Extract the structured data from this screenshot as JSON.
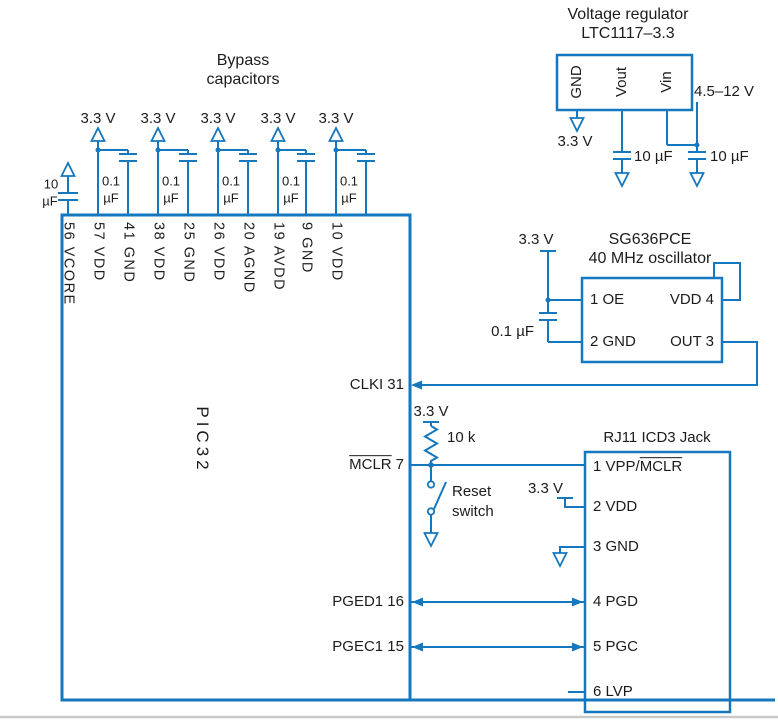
{
  "colors": {
    "wire": "#1577bd",
    "text": "#1c1c1c",
    "gray_rule": "#c9c9c9"
  },
  "symbols": {
    "supply_arrow": "open-up-triangle-3.3V-supply",
    "supply_bar": "tee-bar-3.3V-supply",
    "ground": "open-down-triangle-ground",
    "junction": "filled-dot",
    "signal_arrow": "filled-arrowhead"
  },
  "labels": {
    "v33": "3.3 V",
    "cap_01": "0.1",
    "cap_uf": "µF",
    "cap_10": "10",
    "cap_10uf": "10 µF",
    "cap_01uf": "0.1 µF",
    "bypass_title_1": "Bypass",
    "bypass_title_2": "capacitors",
    "pic32": "PIC32",
    "regulator_title_1": "Voltage regulator",
    "regulator_title_2": "LTC1117–3.3",
    "reg_gnd": "GND",
    "reg_vout": "Vout",
    "reg_vin": "Vin",
    "vin_range": "4.5–12 V",
    "osc_title_1": "SG636PCE",
    "osc_title_2": "40 MHz oscillator",
    "osc_oe": "1 OE",
    "osc_vdd": "VDD 4",
    "osc_gnd": "2 GND",
    "osc_out": "OUT 3",
    "clki": "CLKI 31",
    "r_10k": "10 k",
    "mclr_name": "MCLR",
    "mclr_pin": "7",
    "reset_1": "Reset",
    "reset_2": "switch",
    "rj11_title": "RJ11 ICD3 Jack",
    "rj11_pin1_pre": "1 VPP/",
    "rj11_pin1_ov": "MCLR",
    "rj11_pin2": "2 VDD",
    "rj11_pin3": "3 GND",
    "rj11_pin4": "4 PGD",
    "rj11_pin5": "5 PGC",
    "rj11_pin6": "6 LVP",
    "pged": "PGED1 16",
    "pgec": "PGEC1 15"
  },
  "top_pins": [
    "56 VCORE",
    "57 VDD",
    "41 GND",
    "38 VDD",
    "25 GND",
    "26 VDD",
    "20 AGND",
    "19 AVDD",
    "9 GND",
    "10 VDD"
  ]
}
